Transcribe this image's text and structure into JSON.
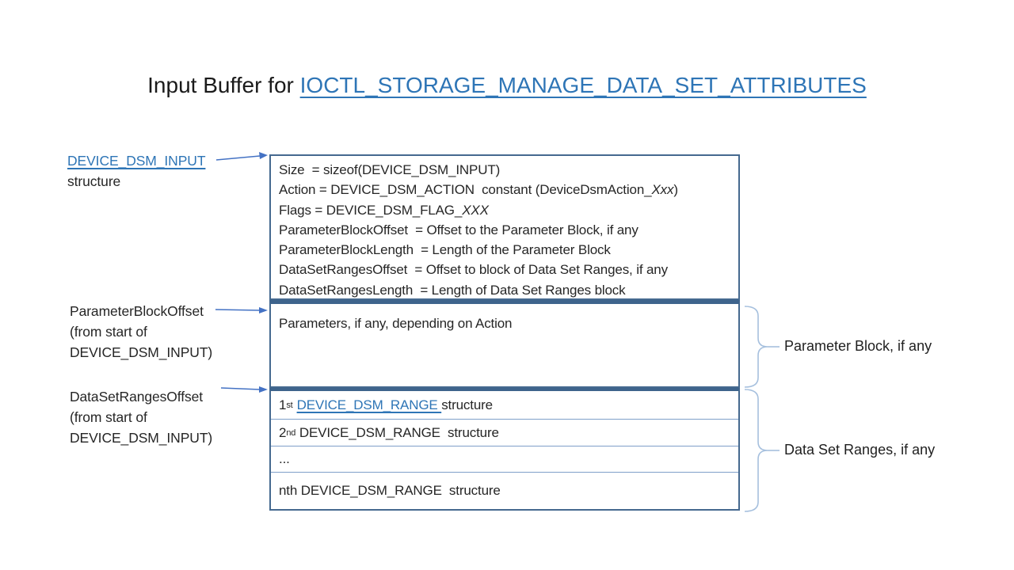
{
  "slide": {
    "title": {
      "prefix": "Input Buffer for ",
      "link": "IOCTL_STORAGE_MANAGE_DATA_SET_ATTRIBUTES"
    },
    "left_labels": {
      "dsm_input": {
        "link": "DEVICE_DSM_INPUT",
        "caption": "structure"
      },
      "parameter_block_offset": {
        "line1": "ParameterBlockOffset",
        "line2": "(from start of",
        "line3": "DEVICE_DSM_INPUT)"
      },
      "data_set_ranges_offset": {
        "line1": "DataSetRangesOffset",
        "line2": "(from start of",
        "line3": "DEVICE_DSM_INPUT)"
      }
    },
    "header_box": {
      "size_line": "Size  = sizeof(DEVICE_DSM_INPUT)",
      "action_pre": "Action = DEVICE_DSM_ACTION  constant (DeviceDsmAction_",
      "action_italic": "Xxx",
      "action_post": ")",
      "flags_pre": "Flags = DEVICE_DSM_FLAG_",
      "flags_italic": "XXX",
      "param_offset_line": "ParameterBlockOffset  = Offset to the Parameter Block, if any",
      "param_length_line": "ParameterBlockLength  = Length of the Parameter Block",
      "ranges_offset_line": "DataSetRangesOffset  = Offset to block of Data Set Ranges, if any",
      "ranges_length_line": "DataSetRangesLength  = Length of Data Set Ranges block"
    },
    "parameter_box": {
      "text": "Parameters, if any, depending on Action"
    },
    "ranges_box": {
      "row1": {
        "ordinal": "1",
        "sup": "st",
        "link": "DEVICE_DSM_RANGE ",
        "rest": "structure"
      },
      "row2": {
        "ordinal": "2",
        "sup": "nd",
        "rest": " DEVICE_DSM_RANGE  structure"
      },
      "row3": {
        "text": "..."
      },
      "row4": {
        "text": "nth DEVICE_DSM_RANGE  structure"
      }
    },
    "brace_labels": {
      "parameter_block": "Parameter Block, if any",
      "data_set_ranges": "Data Set Ranges, if any"
    },
    "colors": {
      "hyperlink": "#2E75B6",
      "box_border": "#45698F",
      "thick_divider": "#3E648C",
      "row_separator": "#7F9FC9",
      "arrow": "#4472C4",
      "brace": "#A6C0DE",
      "text": "#262626"
    }
  }
}
